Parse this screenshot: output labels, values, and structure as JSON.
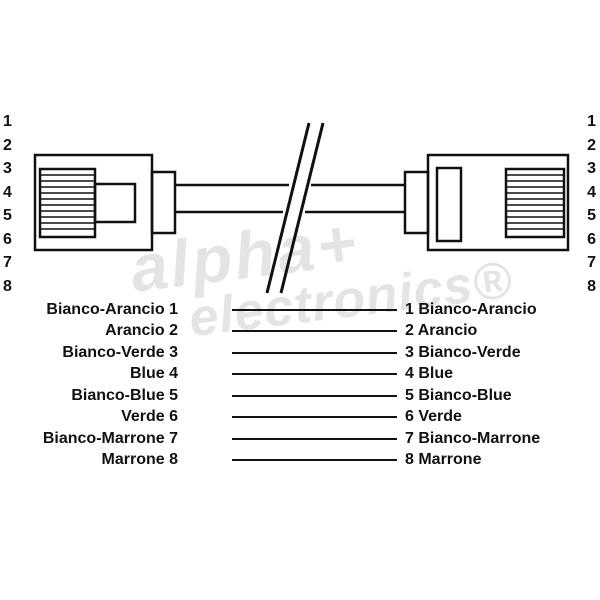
{
  "pins": {
    "left": [
      "1",
      "2",
      "3",
      "4",
      "5",
      "6",
      "7",
      "8"
    ],
    "right": [
      "1",
      "2",
      "3",
      "4",
      "5",
      "6",
      "7",
      "8"
    ]
  },
  "watermark": {
    "line1": "alpha+",
    "line2": "electronics®"
  },
  "mapping": {
    "rows": [
      {
        "left": "Bianco-Arancio 1",
        "right": "1 Bianco-Arancio"
      },
      {
        "left": "Arancio 2",
        "right": "2 Arancio"
      },
      {
        "left": "Bianco-Verde 3",
        "right": "3 Bianco-Verde"
      },
      {
        "left": "Blue 4",
        "right": "4 Blue"
      },
      {
        "left": "Bianco-Blue 5",
        "right": "5 Bianco-Blue"
      },
      {
        "left": "Verde 6",
        "right": "6 Verde"
      },
      {
        "left": "Bianco-Marrone 7",
        "right": "7 Bianco-Marrone"
      },
      {
        "left": "Marrone 8",
        "right": "8 Marrone"
      }
    ]
  },
  "colors": {
    "ink": "#111111",
    "watermark": "#e4e4e4"
  }
}
